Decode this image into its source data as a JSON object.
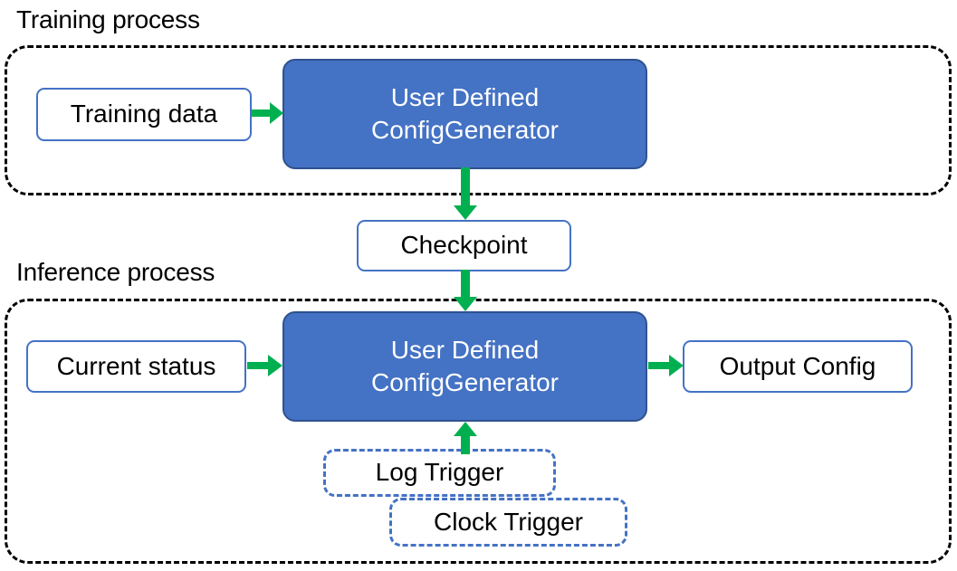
{
  "diagram": {
    "title_training": "Training process",
    "title_inference": "Inference process",
    "colors": {
      "process_fill": "#4472C4",
      "process_border": "#2F528F",
      "node_border": "#4472C4",
      "arrow": "#00B050",
      "group_border": "#000000",
      "text_dark": "#000000",
      "text_light": "#FFFFFF"
    }
  },
  "training": {
    "data_node": "Training data",
    "generator_line1": "User Defined",
    "generator_line2": "ConfigGenerator"
  },
  "checkpoint": {
    "label": "Checkpoint"
  },
  "inference": {
    "status_node": "Current status",
    "generator_line1": "User Defined",
    "generator_line2": "ConfigGenerator",
    "output_node": "Output Config",
    "log_trigger": "Log Trigger",
    "clock_trigger": "Clock Trigger"
  },
  "arrows": [
    {
      "name": "training-data-to-generator",
      "direction": "right"
    },
    {
      "name": "generator-to-checkpoint",
      "direction": "down"
    },
    {
      "name": "checkpoint-to-generator",
      "direction": "down"
    },
    {
      "name": "current-status-to-generator",
      "direction": "right"
    },
    {
      "name": "generator-to-output-config",
      "direction": "right"
    },
    {
      "name": "triggers-to-generator",
      "direction": "up"
    }
  ]
}
